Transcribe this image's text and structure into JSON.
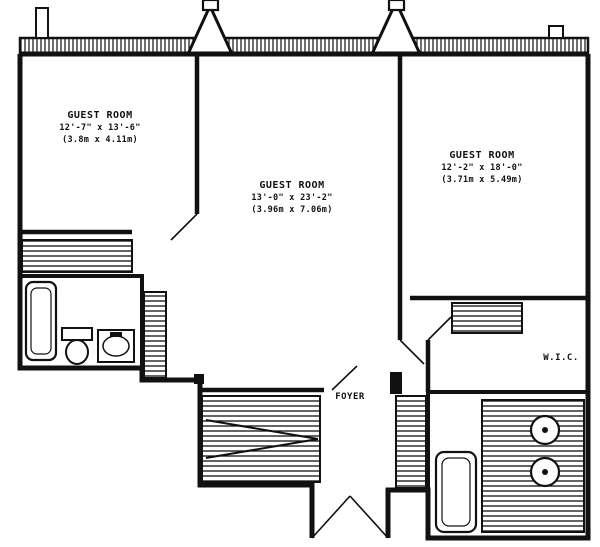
{
  "plan": {
    "type": "floor-plan",
    "rooms": [
      {
        "name": "GUEST ROOM",
        "imperial": "12'-7\" x 13'-6\"",
        "metric": "(3.8m x 4.11m)"
      },
      {
        "name": "GUEST ROOM",
        "imperial": "13'-0\" x 23'-2\"",
        "metric": "(3.96m x 7.06m)"
      },
      {
        "name": "GUEST ROOM",
        "imperial": "12'-2\" x 18'-0\"",
        "metric": "(3.71m x 5.49m)"
      }
    ],
    "labels": {
      "foyer": "FOYER",
      "walk_in_closet": "W.I.C."
    },
    "colors": {
      "ink": "#111111",
      "paper": "#ffffff"
    }
  }
}
